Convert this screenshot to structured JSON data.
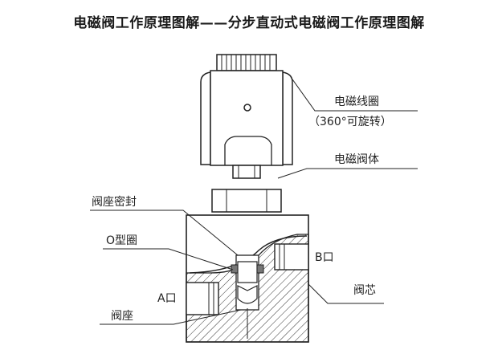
{
  "title": "电磁阀工作原理图解——分步直动式电磁阀工作原理图解",
  "labels": {
    "coil": "电磁线圈",
    "coil_note": "（360°可旋转）",
    "valve_body": "电磁阀体",
    "seat_seal": "阀座密封",
    "o_ring": "O型圈",
    "port_b": "B口",
    "port_a": "A口",
    "core": "阀芯",
    "seat": "阀座"
  }
}
